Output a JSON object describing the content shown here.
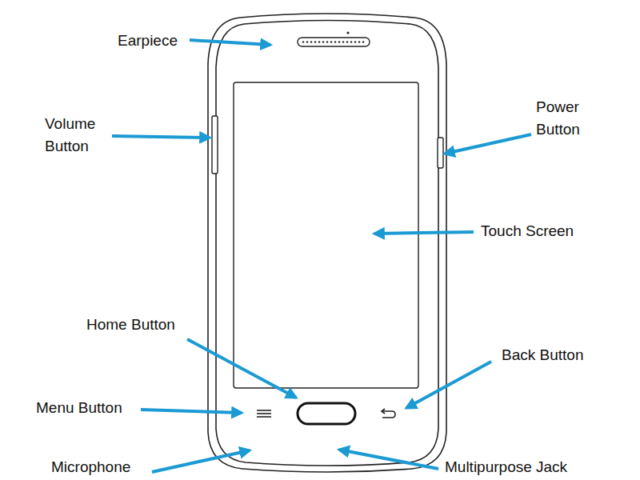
{
  "diagram": {
    "labels": [
      "Earpiece",
      "Volume Button",
      "Power Button",
      "Touch Screen",
      "Home Button",
      "Back Button",
      "Menu Button",
      "Microphone",
      "Multipurpose Jack"
    ]
  }
}
